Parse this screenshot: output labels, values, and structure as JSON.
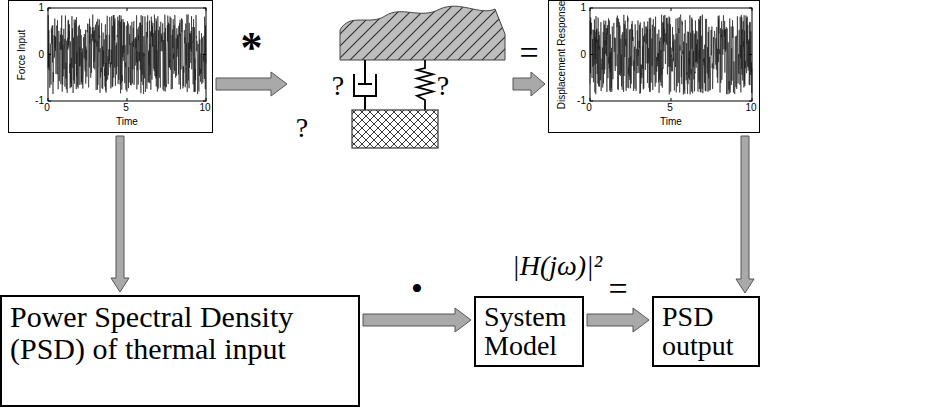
{
  "diagram": {
    "nodes": [
      {
        "text": [
          "Force Input",
          "Time"
        ]
      },
      {
        "text": [
          "?",
          "?",
          "?"
        ]
      },
      {
        "text": [
          "Displacement Response",
          "Time"
        ]
      },
      {
        "text": [
          "Power Spectral Density (PSD) of thermal input"
        ]
      },
      {
        "text": [
          "System Model"
        ]
      },
      {
        "text": [
          "PSD output"
        ]
      }
    ],
    "edges": [
      {
        "from": 0,
        "to": 1,
        "arrow": "to",
        "label": "*"
      },
      {
        "from": 1,
        "to": 2,
        "arrow": "to",
        "label": "="
      },
      {
        "from": 0,
        "to": 3,
        "arrow": "to"
      },
      {
        "from": 2,
        "to": 5,
        "arrow": "to"
      },
      {
        "from": 3,
        "to": 4,
        "arrow": "to",
        "label": "•"
      },
      {
        "from": 4,
        "to": 5,
        "arrow": "to",
        "label": "="
      }
    ],
    "labels": [
      "1",
      "0",
      "-1",
      "0",
      "5",
      "10",
      "1",
      "0",
      "-1",
      "0",
      "5",
      "10",
      "|H(jω)|²"
    ]
  }
}
